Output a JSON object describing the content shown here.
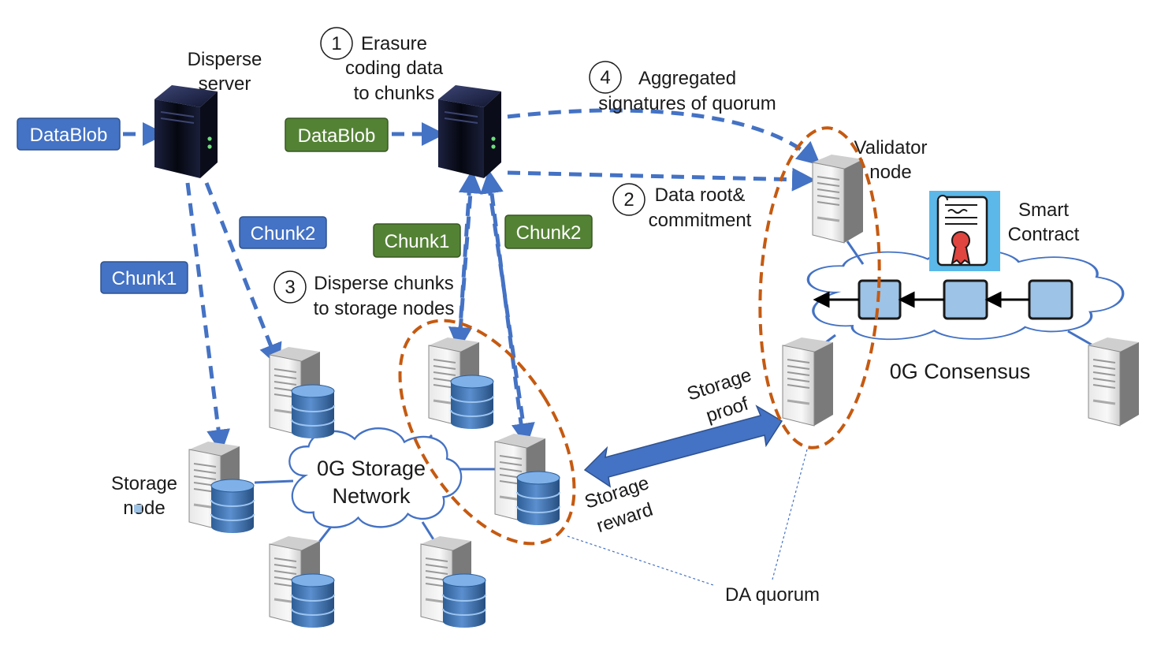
{
  "colors": {
    "blue_tag": "#4472c4",
    "green_tag": "#548235",
    "arrow_blue": "#4472c4",
    "quorum_orange": "#c55a11",
    "block_fill": "#9dc3e6",
    "contract_bg": "#5bb8e8"
  },
  "left_flow": {
    "datablob": "DataBlob",
    "disperse_server_line1": "Disperse",
    "disperse_server_line2": "server",
    "chunk1": "Chunk1",
    "chunk2": "Chunk2"
  },
  "right_flow": {
    "datablob": "DataBlob",
    "chunk1": "Chunk1",
    "chunk2": "Chunk2"
  },
  "steps": [
    {
      "num": "1",
      "line1": "Erasure",
      "line2": "coding data",
      "line3": "to chunks"
    },
    {
      "num": "2",
      "line1": "Data root&",
      "line2": "commitment"
    },
    {
      "num": "3",
      "line1": "Disperse chunks",
      "line2": "to storage nodes"
    },
    {
      "num": "4",
      "line1": "Aggregated",
      "line2": "signatures of quorum"
    }
  ],
  "storage": {
    "node_label_line1": "Storage",
    "node_label_line2": "node",
    "network_line1": "0G Storage",
    "network_line2": "Network"
  },
  "consensus": {
    "validator_line1": "Validator",
    "validator_line2": "node",
    "contract_line1": "Smart",
    "contract_line2": "Contract",
    "label": "0G Consensus"
  },
  "exchange": {
    "proof_line1": "Storage",
    "proof_line2": "proof",
    "reward_line1": "Storage",
    "reward_line2": "reward"
  },
  "quorum_label": "DA quorum"
}
